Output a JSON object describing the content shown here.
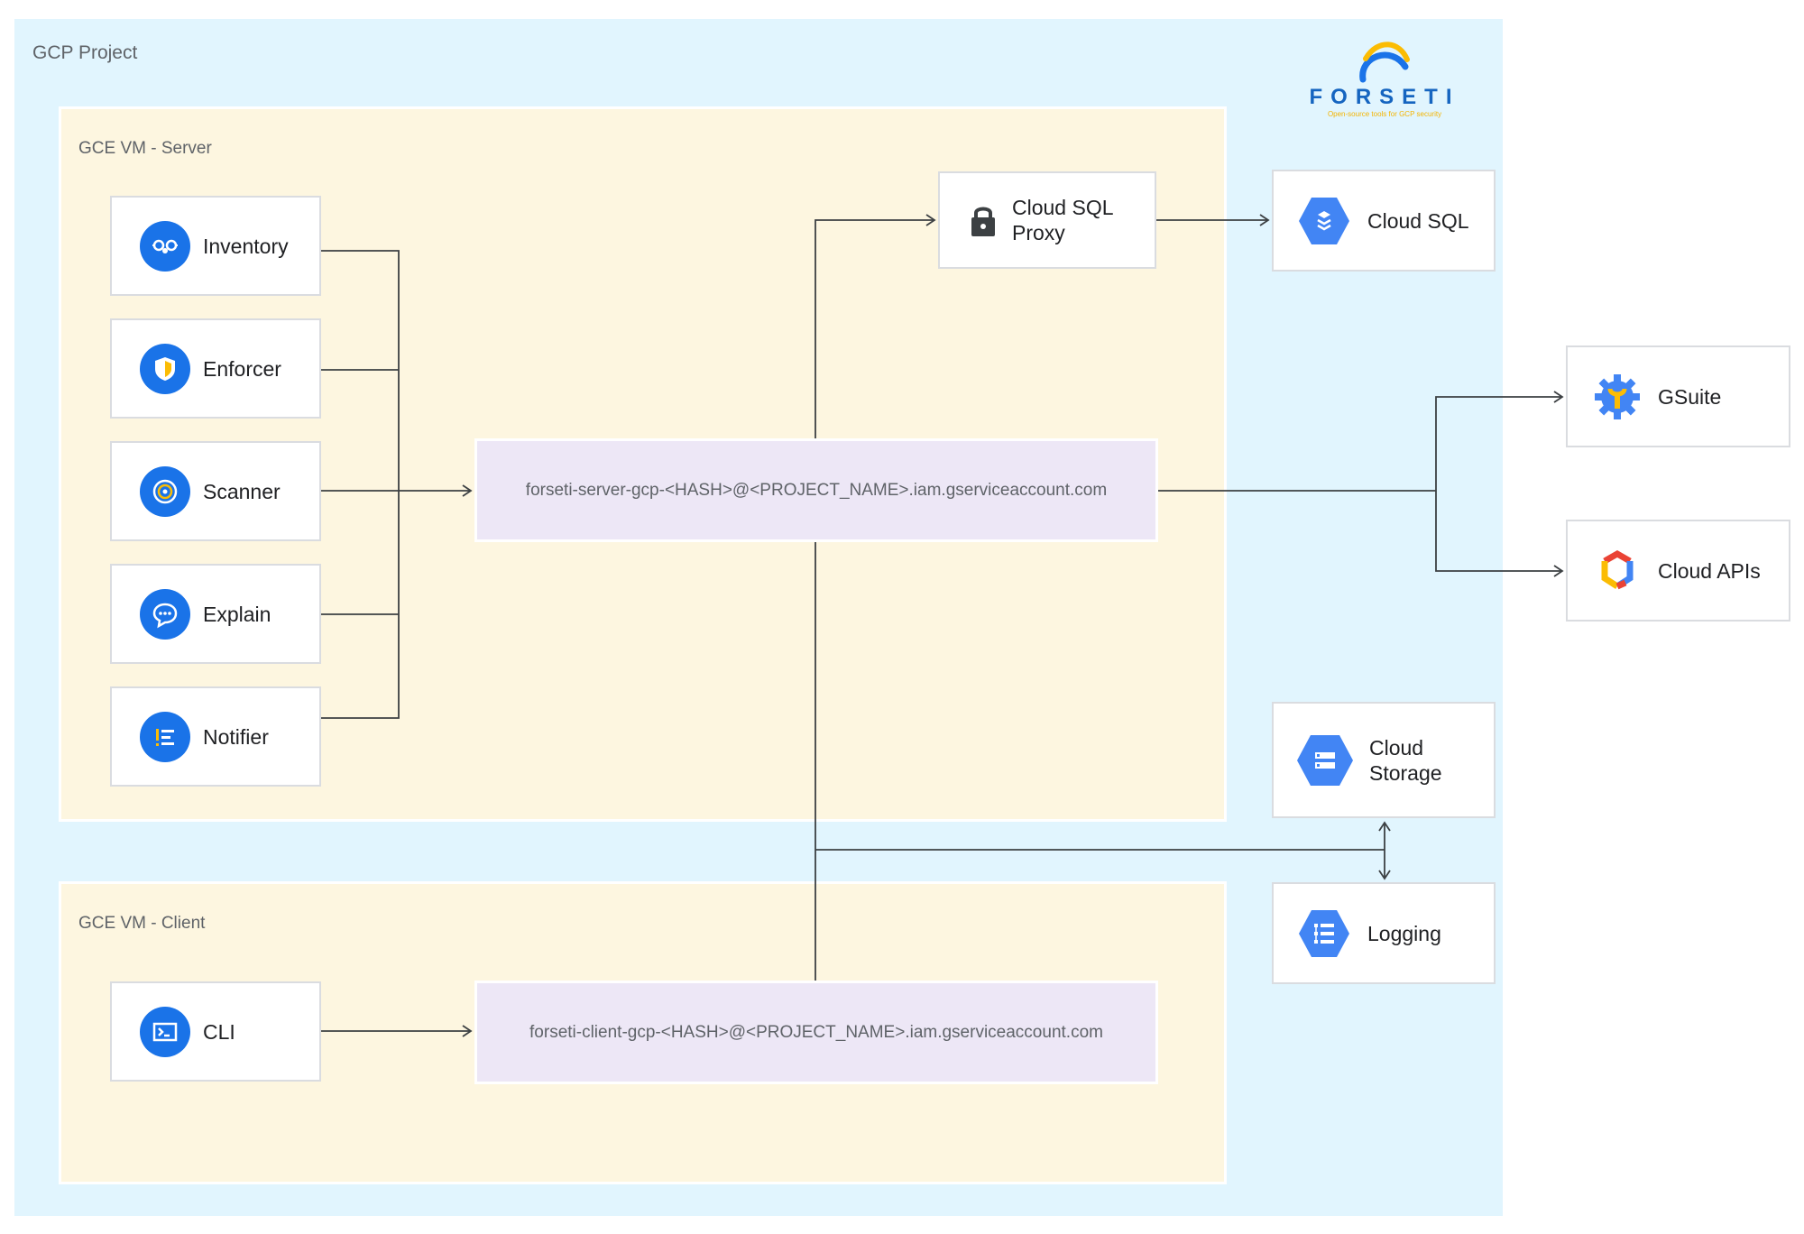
{
  "project": {
    "label": "GCP Project"
  },
  "logo": {
    "name": "FORSETI",
    "tagline": "Open-source tools for GCP security"
  },
  "server_vm": {
    "label": "GCE VM - Server",
    "modules": [
      {
        "label": "Inventory",
        "icon": "inventory-icon"
      },
      {
        "label": "Enforcer",
        "icon": "enforcer-shield-icon"
      },
      {
        "label": "Scanner",
        "icon": "scanner-target-icon"
      },
      {
        "label": "Explain",
        "icon": "explain-chat-icon"
      },
      {
        "label": "Notifier",
        "icon": "notifier-list-icon"
      }
    ],
    "proxy": {
      "line1": "Cloud SQL",
      "line2": "Proxy",
      "icon": "lock-icon"
    },
    "service_account": "forseti-server-gcp-<HASH>@<PROJECT_NAME>.iam.gserviceaccount.com"
  },
  "client_vm": {
    "label": "GCE VM - Client",
    "cli": {
      "label": "CLI",
      "icon": "terminal-icon"
    },
    "service_account": "forseti-client-gcp-<HASH>@<PROJECT_NAME>.iam.gserviceaccount.com"
  },
  "services": {
    "cloud_sql": {
      "label": "Cloud SQL",
      "icon": "cloud-sql-icon"
    },
    "gsuite": {
      "label": "GSuite",
      "icon": "gsuite-gear-icon"
    },
    "cloud_apis": {
      "label": "Cloud APIs",
      "icon": "cloud-apis-hexagon-icon"
    },
    "cloud_storage": {
      "line1": "Cloud",
      "line2": "Storage",
      "icon": "cloud-storage-icon"
    },
    "logging": {
      "label": "Logging",
      "icon": "logging-icon"
    }
  },
  "colors": {
    "project_bg": "#e1f5fe",
    "vm_bg": "#fdf6e0",
    "service_account_bg": "#ede7f6",
    "icon_blue": "#1a73e8",
    "gcp_blue": "#4285f4",
    "logo_yellow": "#fbbc04",
    "connector": "#3c4043"
  }
}
